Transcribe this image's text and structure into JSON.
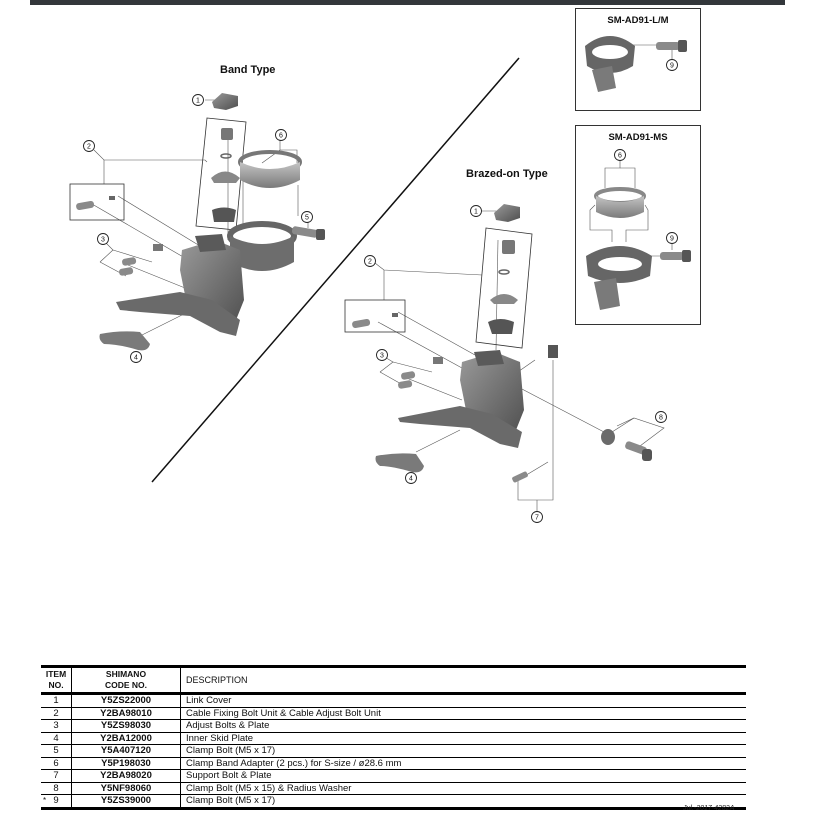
{
  "page": {
    "doc_code": "Jul.-2017-4282A"
  },
  "diagram": {
    "band_type_title": "Band Type",
    "brazed_type_title": "Brazed-on Type",
    "inset_lm_title": "SM-AD91-L/M",
    "inset_ms_title": "SM-AD91-MS",
    "callouts": {
      "band": [
        "1",
        "2",
        "3",
        "4",
        "5",
        "6"
      ],
      "brazed": [
        "1",
        "2",
        "3",
        "4",
        "7",
        "8"
      ],
      "inset_lm": [
        "9"
      ],
      "inset_ms": [
        "6",
        "9"
      ]
    },
    "colors": {
      "part_dark": "#5a5a5a",
      "part_mid": "#8a8a8a",
      "part_light": "#b8b8b8",
      "leader": "#555555"
    }
  },
  "table": {
    "headers": {
      "item": [
        "ITEM",
        "NO."
      ],
      "code": [
        "SHIMANO",
        "CODE NO."
      ],
      "description": "DESCRIPTION"
    },
    "rows": [
      {
        "mark": "",
        "item": "1",
        "code": "Y5ZS22000",
        "description": "Link Cover"
      },
      {
        "mark": "",
        "item": "2",
        "code": "Y2BA98010",
        "description": "Cable Fixing Bolt Unit & Cable Adjust Bolt Unit"
      },
      {
        "mark": "",
        "item": "3",
        "code": "Y5ZS98030",
        "description": "Adjust Bolts & Plate"
      },
      {
        "mark": "",
        "item": "4",
        "code": "Y2BA12000",
        "description": "Inner Skid Plate"
      },
      {
        "mark": "",
        "item": "5",
        "code": "Y5A407120",
        "description": "Clamp Bolt (M5 x 17)"
      },
      {
        "mark": "",
        "item": "6",
        "code": "Y5P198030",
        "description": "Clamp Band Adapter (2 pcs.) for S-size / ø28.6 mm"
      },
      {
        "mark": "",
        "item": "7",
        "code": "Y2BA98020",
        "description": "Support Bolt & Plate"
      },
      {
        "mark": "",
        "item": "8",
        "code": "Y5NF98060",
        "description": "Clamp Bolt (M5 x 15) & Radius Washer"
      },
      {
        "mark": "*",
        "item": "9",
        "code": "Y5ZS39000",
        "description": "Clamp Bolt (M5 x 17)"
      }
    ]
  }
}
